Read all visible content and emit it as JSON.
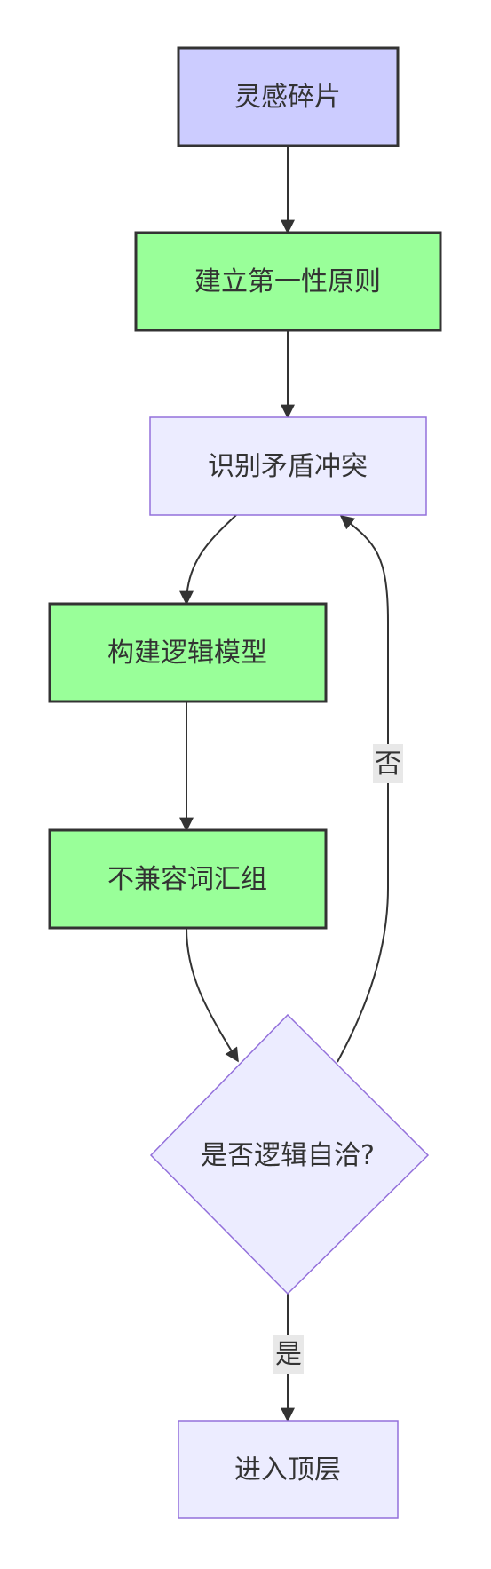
{
  "nodes": {
    "n1": {
      "label": "灵感碎片",
      "fill": "#ccccff",
      "stroke": "#333333"
    },
    "n2": {
      "label": "建立第一性原则",
      "fill": "#99ff99",
      "stroke": "#333333"
    },
    "n3": {
      "label": "识别矛盾冲突",
      "fill": "#ececff",
      "stroke": "#9370db"
    },
    "n4": {
      "label": "构建逻辑模型",
      "fill": "#99ff99",
      "stroke": "#333333"
    },
    "n5": {
      "label": "不兼容词汇组",
      "fill": "#99ff99",
      "stroke": "#333333"
    },
    "n6": {
      "label": "是否逻辑自洽?",
      "fill": "#ececff",
      "stroke": "#9370db"
    },
    "n7": {
      "label": "进入顶层",
      "fill": "#ececff",
      "stroke": "#9370db"
    }
  },
  "edges": {
    "e_no": {
      "from": "是否逻辑自洽?",
      "to": "识别矛盾冲突",
      "label": "否"
    },
    "e_yes": {
      "from": "是否逻辑自洽?",
      "to": "进入顶层",
      "label": "是"
    }
  },
  "colors": {
    "line": "#333333",
    "arrow": "#333333",
    "edge_label_bg": "#e8e8e8"
  }
}
